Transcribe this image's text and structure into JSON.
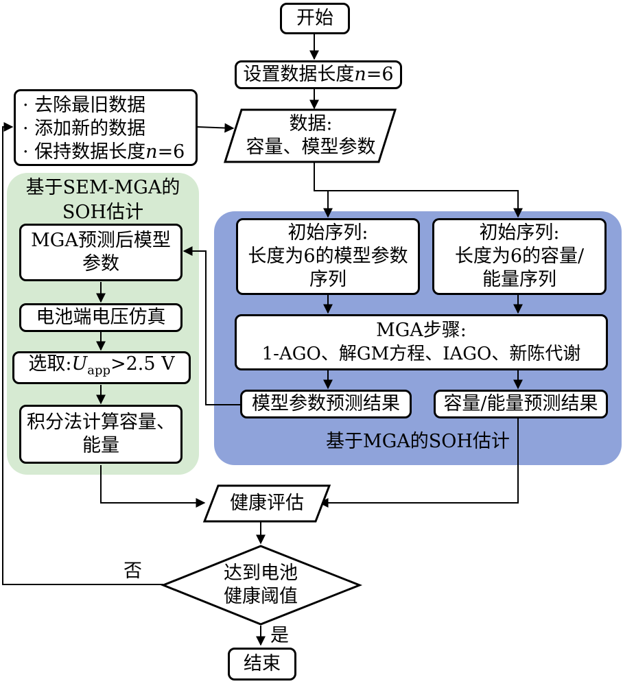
{
  "nodes": {
    "start": "开始",
    "set_length": {
      "pre": "设置数据长度",
      "var": "n",
      "post": "=6"
    },
    "bullets": {
      "items": [
        "去除最旧数据",
        "添加新的数据"
      ],
      "last": {
        "pre": "保持数据长度",
        "var": "n",
        "post": "=6"
      }
    },
    "data": {
      "line1": "数据:",
      "line2": "容量、模型参数"
    },
    "seq_params": {
      "line1": "初始序列:",
      "line2": "长度为6的模型参数",
      "line3": "序列"
    },
    "seq_capacity": {
      "line1": "初始序列:",
      "line2": "长度为6的容量/",
      "line3": "能量序列"
    },
    "mga_steps": {
      "line1": "MGA步骤:",
      "line2": "1-AGO、解GM方程、IAGO、新陈代谢"
    },
    "param_result": "模型参数预测结果",
    "capacity_result": "容量/能量预测结果",
    "mga_model": {
      "line1": "MGA预测后模型",
      "line2": "参数"
    },
    "voltage_sim": "电池端电压仿真",
    "select": {
      "pre": "选取:",
      "var": "U",
      "sub": "app",
      "post": ">2.5 V"
    },
    "integral": {
      "line1": "积分法计算容量、",
      "line2": "能量"
    },
    "health_eval": "健康评估",
    "decision": {
      "line1": "达到电池",
      "line2": "健康阈值"
    },
    "end": "结束"
  },
  "regions": {
    "sem_mga": {
      "line1": "基于SEM-MGA的",
      "line2": "SOH估计",
      "color": "#d6ead2"
    },
    "mga": {
      "label": "基于MGA的SOH估计",
      "color": "#8fa3da"
    }
  },
  "edge_labels": {
    "no": "否",
    "yes": "是"
  }
}
